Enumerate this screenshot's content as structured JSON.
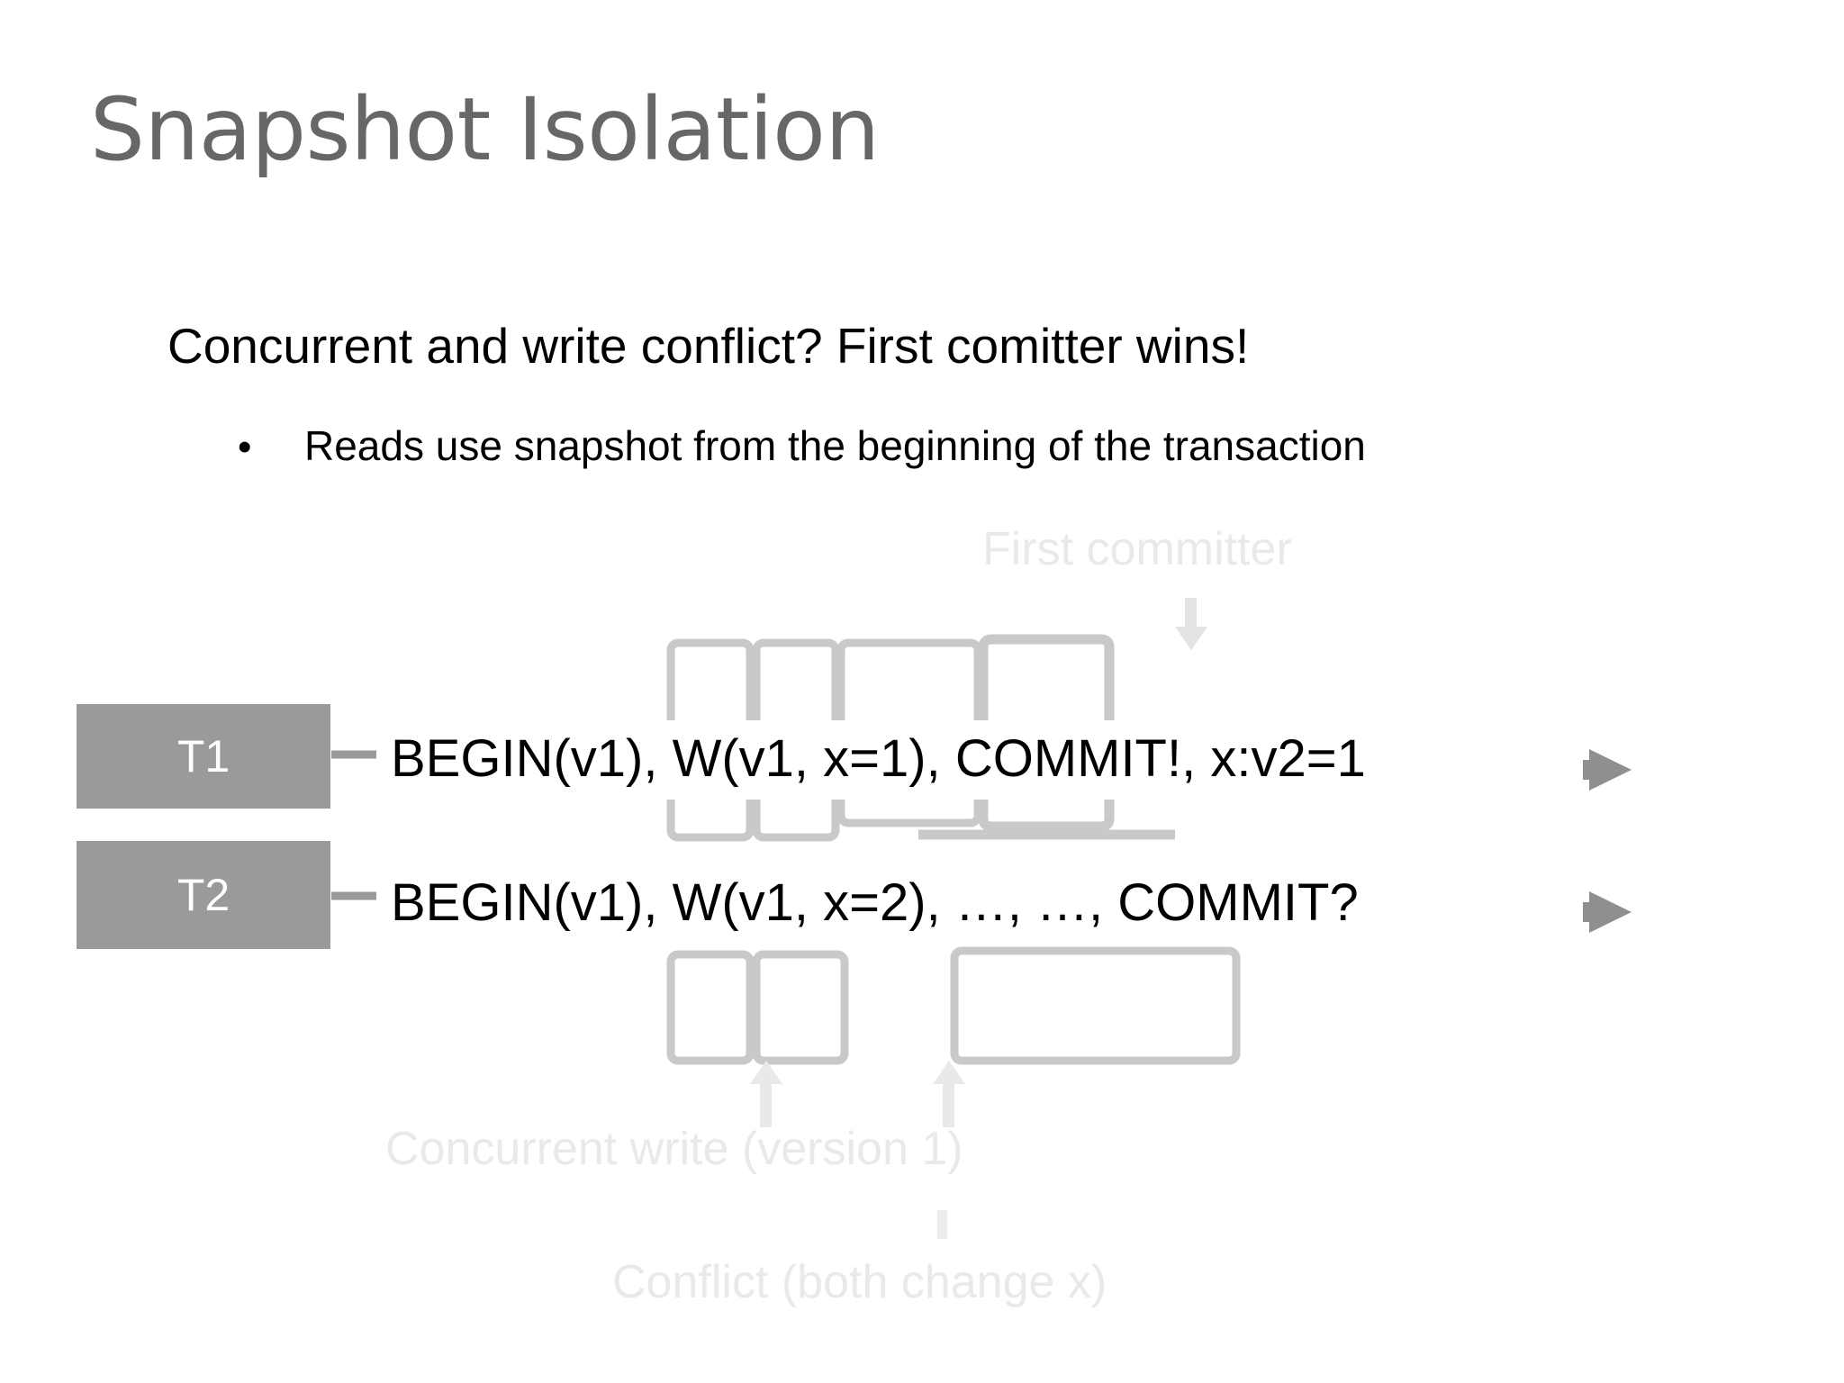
{
  "slide": {
    "title": "Snapshot Isolation",
    "background_color": "#ffffff",
    "title_color": "#676767"
  },
  "bullets": {
    "level1_text": "Concurrent and write conflict? First comitter wins!",
    "level2_marker": "•",
    "level2_text": "Reads use snapshot from the beginning of the transaction"
  },
  "diagram": {
    "transactions": [
      {
        "badge_label": "T1",
        "sequence": "BEGIN(v1), W(v1, x=1), COMMIT!, x:v2=1"
      },
      {
        "badge_label": "T2",
        "sequence": "BEGIN(v1), W(v1, x=2), …, …, COMMIT?"
      }
    ],
    "annotations": [
      {
        "name": "first-committer",
        "text": "First committer"
      },
      {
        "name": "concurrent-write",
        "text": "Concurrent write (version 1)"
      },
      {
        "name": "conflict",
        "text": "Conflict (both change x)"
      }
    ],
    "colors": {
      "badge_fill": "#9a9a9a",
      "badge_text": "#ffffff",
      "token_box_stroke": "#c9c9c9",
      "annotation_text": "#e9e9e9",
      "annotation_arrow": "#e9e9e9",
      "timeline_arrow": "#8f8f8f",
      "sequence_text": "#000000"
    }
  }
}
